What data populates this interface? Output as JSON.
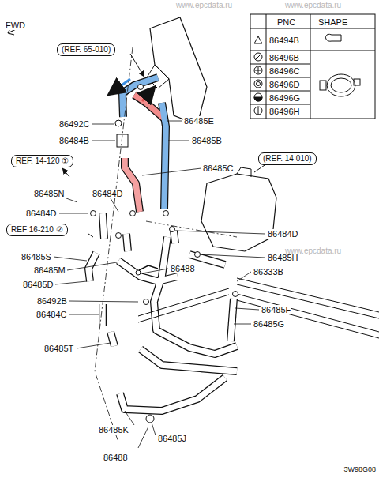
{
  "diagram": {
    "nodes": [
      {
        "text": [
          "(REF. 65-010)"
        ]
      },
      {
        "text": [
          "REF. 14-120 ①"
        ]
      },
      {
        "text": [
          "(REF. 14 010)"
        ]
      },
      {
        "text": [
          "REF 16-210 ②"
        ]
      }
    ],
    "labels": [
      "FWD",
      "PNC",
      "SHAPE",
      "86494B",
      "86496B",
      "86496C",
      "86496D",
      "86496G",
      "86496H",
      "86492C",
      "86485E",
      "86484B",
      "86485B",
      "86485C",
      "86485N",
      "86484D",
      "86484D",
      "86484D",
      "86485S",
      "86485H",
      "86485M",
      "86488",
      "86333B",
      "86485D",
      "86492B",
      "86485F",
      "86484C",
      "86485G",
      "86485T",
      "86485K",
      "86485J",
      "86488",
      "3W98G08",
      "www.epcdata.ru",
      "www.epcdata.ru",
      "www.epcdata.ru"
    ]
  }
}
